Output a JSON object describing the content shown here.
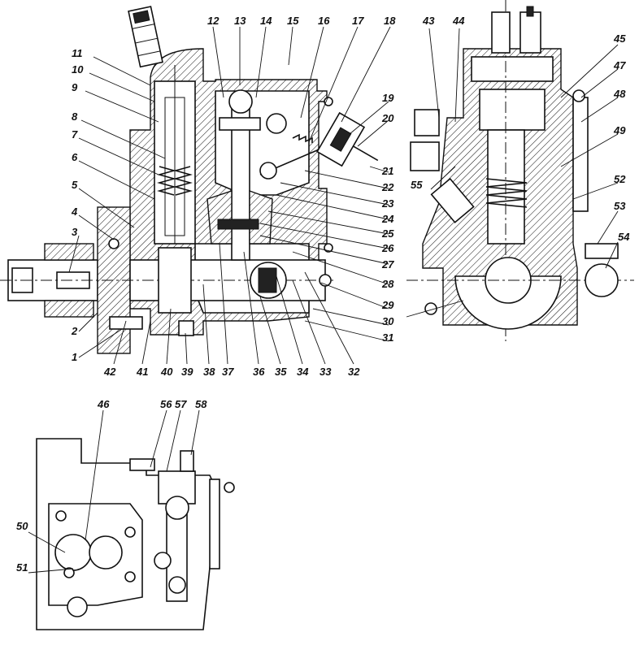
{
  "views": {
    "main_section": {
      "labels_top": [
        "11",
        "10",
        "9",
        "8",
        "7",
        "6",
        "5",
        "4",
        "3",
        "2",
        "1"
      ],
      "labels_header": [
        "12",
        "13",
        "14",
        "15",
        "16",
        "17",
        "18",
        "19",
        "20",
        "21",
        "22",
        "23",
        "24",
        "25",
        "26",
        "27",
        "28"
      ],
      "labels_bottom": [
        "42",
        "41",
        "40",
        "39",
        "38",
        "37",
        "36",
        "35",
        "34",
        "33",
        "32",
        "31",
        "30",
        "29"
      ]
    },
    "side_section": {
      "labels": [
        "43",
        "44",
        "45",
        "47",
        "48",
        "49",
        "52",
        "53",
        "54",
        "55"
      ]
    },
    "lower_view": {
      "labels": [
        "46",
        "56",
        "57",
        "58",
        "50",
        "51"
      ]
    }
  },
  "callouts": [
    {
      "id": "c1",
      "text": "1"
    },
    {
      "id": "c2",
      "text": "2"
    },
    {
      "id": "c3",
      "text": "3"
    },
    {
      "id": "c4",
      "text": "4"
    },
    {
      "id": "c5",
      "text": "5"
    },
    {
      "id": "c6",
      "text": "6"
    },
    {
      "id": "c7",
      "text": "7"
    },
    {
      "id": "c8",
      "text": "8"
    },
    {
      "id": "c9",
      "text": "9"
    },
    {
      "id": "c10",
      "text": "10"
    },
    {
      "id": "c11",
      "text": "11"
    },
    {
      "id": "c12",
      "text": "12"
    },
    {
      "id": "c13",
      "text": "13"
    },
    {
      "id": "c14",
      "text": "14"
    },
    {
      "id": "c15",
      "text": "15"
    },
    {
      "id": "c16",
      "text": "16"
    },
    {
      "id": "c17",
      "text": "17"
    },
    {
      "id": "c18",
      "text": "18"
    },
    {
      "id": "c19",
      "text": "19"
    },
    {
      "id": "c20",
      "text": "20"
    },
    {
      "id": "c21",
      "text": "21"
    },
    {
      "id": "c22",
      "text": "22"
    },
    {
      "id": "c23",
      "text": "23"
    },
    {
      "id": "c24",
      "text": "24"
    },
    {
      "id": "c25",
      "text": "25"
    },
    {
      "id": "c26",
      "text": "26"
    },
    {
      "id": "c27",
      "text": "27"
    },
    {
      "id": "c28",
      "text": "28"
    },
    {
      "id": "c29",
      "text": "29"
    },
    {
      "id": "c30",
      "text": "30"
    },
    {
      "id": "c31",
      "text": "31"
    },
    {
      "id": "c32",
      "text": "32"
    },
    {
      "id": "c33",
      "text": "33"
    },
    {
      "id": "c34",
      "text": "34"
    },
    {
      "id": "c35",
      "text": "35"
    },
    {
      "id": "c36",
      "text": "36"
    },
    {
      "id": "c37",
      "text": "37"
    },
    {
      "id": "c38",
      "text": "38"
    },
    {
      "id": "c39",
      "text": "39"
    },
    {
      "id": "c40",
      "text": "40"
    },
    {
      "id": "c41",
      "text": "41"
    },
    {
      "id": "c42",
      "text": "42"
    },
    {
      "id": "c43",
      "text": "43"
    },
    {
      "id": "c44",
      "text": "44"
    },
    {
      "id": "c45",
      "text": "45"
    },
    {
      "id": "c46",
      "text": "46"
    },
    {
      "id": "c47",
      "text": "47"
    },
    {
      "id": "c48",
      "text": "48"
    },
    {
      "id": "c49",
      "text": "49"
    },
    {
      "id": "c50",
      "text": "50"
    },
    {
      "id": "c51",
      "text": "51"
    },
    {
      "id": "c52",
      "text": "52"
    },
    {
      "id": "c53",
      "text": "53"
    },
    {
      "id": "c54",
      "text": "54"
    },
    {
      "id": "c55",
      "text": "55"
    },
    {
      "id": "c56",
      "text": "56"
    },
    {
      "id": "c57",
      "text": "57"
    },
    {
      "id": "c58",
      "text": "58"
    }
  ]
}
